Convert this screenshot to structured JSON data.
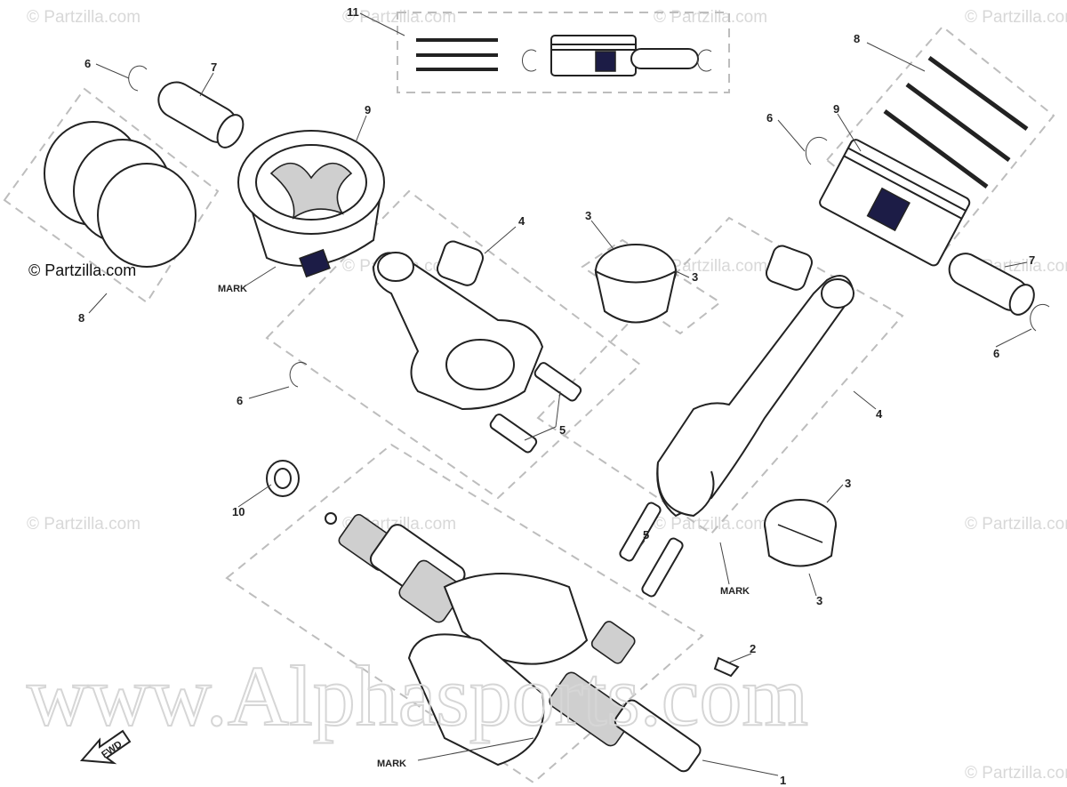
{
  "watermarks": {
    "small": [
      "© Partzilla.com",
      "© Partzilla.com",
      "© Partzilla.com",
      "© Partzilla.com",
      "© Partzilla.com",
      "© Partzilla.com",
      "© Partzilla.com",
      "© Partzilla.com",
      "© Partzilla.com",
      "© Partzilla.com",
      "© Partzilla.com",
      "© Partzilla.com"
    ],
    "large": "www.Alphasports.com"
  },
  "credit": "© Partzilla.com",
  "callouts": [
    "11",
    "6",
    "7",
    "9",
    "8",
    "8",
    "9",
    "6",
    "4",
    "3",
    "3",
    "7",
    "6",
    "6",
    "5",
    "4",
    "3",
    "10",
    "5",
    "3",
    "2",
    "1"
  ],
  "marks": [
    "MARK",
    "MARK",
    "MARK"
  ],
  "fwd_label": "FWD"
}
